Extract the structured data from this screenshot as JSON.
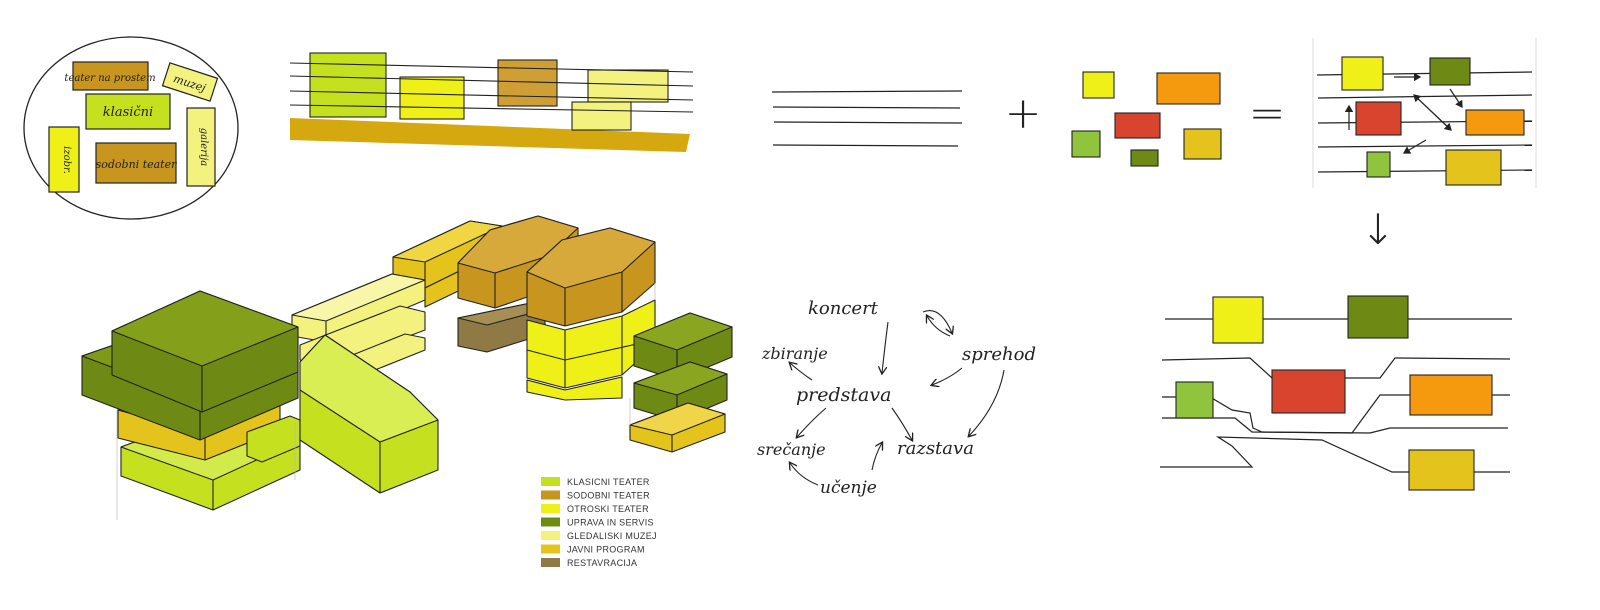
{
  "colors": {
    "lime": "#c4e01e",
    "bronze": "#c8961e",
    "yellow": "#eef018",
    "olive": "#6f8a14",
    "paleyellow": "#f3f27f",
    "gold": "#e3c31c",
    "brown": "#8f7a45",
    "red": "#d9442e",
    "orange": "#f5990f",
    "leaf": "#8fc43c",
    "ink": "#222222"
  },
  "bubble_labels": {
    "teater_na_prostem": "teater na prostem",
    "muzej": "muzej",
    "klasicni": "klasični",
    "izobrazevanje": "izobr.",
    "sodobni_teater": "sodobni teater",
    "galerija": "galerija"
  },
  "legend": [
    {
      "label": "KLASICNI TEATER",
      "color": "#c4e01e"
    },
    {
      "label": "SODOBNI TEATER",
      "color": "#c8961e"
    },
    {
      "label": "OTROSKI TEATER",
      "color": "#eef018"
    },
    {
      "label": "UPRAVA IN SERVIS",
      "color": "#6f8a14"
    },
    {
      "label": "GLEDALISKI MUZEJ",
      "color": "#f3f27f"
    },
    {
      "label": "JAVNI PROGRAM",
      "color": "#e3c31c"
    },
    {
      "label": "RESTAVRACIJA",
      "color": "#8f7a45"
    }
  ],
  "concept": {
    "koncert": "koncert",
    "sprehod": "sprehod",
    "zbiranje": "zbiranje",
    "predstava": "predstava",
    "srecanje": "srečanje",
    "razstava": "razstava",
    "ucenje": "učenje"
  },
  "equation": {
    "plus": "+",
    "equals": "=",
    "arrow": "↓"
  }
}
